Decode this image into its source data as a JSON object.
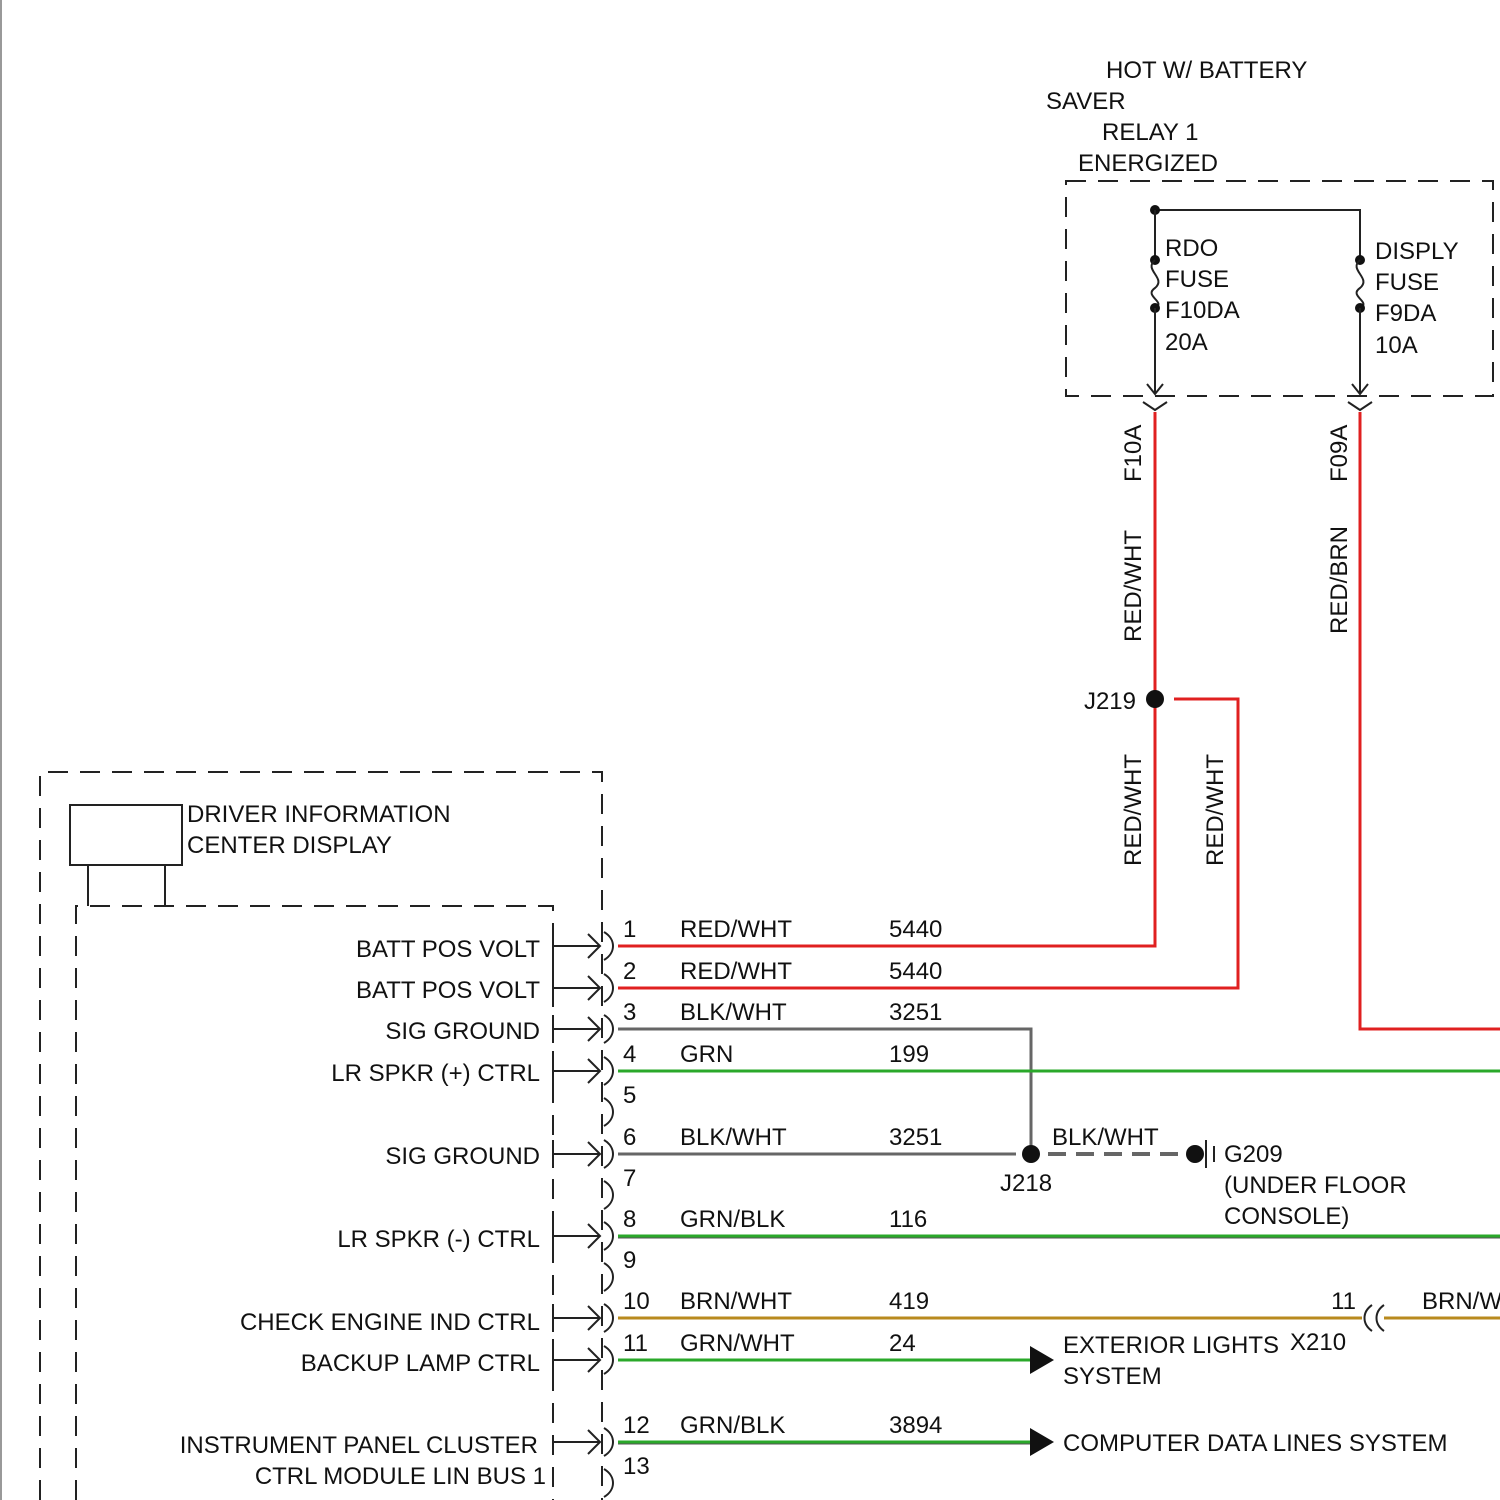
{
  "relay_block": {
    "title_lines": [
      "HOT W/ BATTERY",
      "SAVER",
      "RELAY 1",
      "ENERGIZED"
    ],
    "fuse_left": {
      "lines": [
        "RDO",
        "FUSE",
        "F10DA",
        "20A"
      ]
    },
    "fuse_right": {
      "lines": [
        "DISPLY",
        "FUSE",
        "F9DA",
        "10A"
      ]
    }
  },
  "vertical_labels": {
    "f10a": "F10A",
    "f09a": "F09A",
    "left_color_top": "RED/WHT",
    "right_color_top": "RED/BRN",
    "left_color_bottom": "RED/WHT",
    "branch_color": "RED/WHT"
  },
  "splices": {
    "j219": "J219",
    "j218": "J218"
  },
  "module": {
    "title_line1": "DRIVER INFORMATION",
    "title_line2": "CENTER DISPLAY"
  },
  "pins": [
    {
      "num": "1",
      "label": "BATT POS VOLT",
      "color": "RED/WHT",
      "circuit": "5440"
    },
    {
      "num": "2",
      "label": "BATT POS VOLT",
      "color": "RED/WHT",
      "circuit": "5440"
    },
    {
      "num": "3",
      "label": "SIG GROUND",
      "color": "BLK/WHT",
      "circuit": "3251"
    },
    {
      "num": "4",
      "label": "LR SPKR (+) CTRL",
      "color": "GRN",
      "circuit": "199"
    },
    {
      "num": "5",
      "label": "",
      "color": "",
      "circuit": ""
    },
    {
      "num": "6",
      "label": "SIG GROUND",
      "color": "BLK/WHT",
      "circuit": "3251"
    },
    {
      "num": "7",
      "label": "",
      "color": "",
      "circuit": ""
    },
    {
      "num": "8",
      "label": "LR SPKR (-) CTRL",
      "color": "GRN/BLK",
      "circuit": "116"
    },
    {
      "num": "9",
      "label": "",
      "color": "",
      "circuit": ""
    },
    {
      "num": "10",
      "label": "CHECK ENGINE IND CTRL",
      "color": "BRN/WHT",
      "circuit": "419"
    },
    {
      "num": "11",
      "label": "BACKUP LAMP CTRL",
      "color": "GRN/WHT",
      "circuit": "24"
    },
    {
      "num": "12",
      "label": "",
      "color": "GRN/BLK",
      "circuit": "3894"
    },
    {
      "num": "13",
      "label": "",
      "color": "",
      "circuit": ""
    }
  ],
  "ipc_label": {
    "line1": "INSTRUMENT PANEL CLUSTER",
    "line2": "CTRL MODULE LIN BUS 1"
  },
  "ground": {
    "wire_color": "BLK/WHT",
    "name": "G209",
    "location_line1": "(UNDER FLOOR",
    "location_line2": "CONSOLE)"
  },
  "connector_x210": {
    "name": "X210",
    "pin": "11",
    "color": "BRN/W"
  },
  "destinations": {
    "exterior_line1": "EXTERIOR LIGHTS",
    "exterior_line2": "SYSTEM",
    "computer": "COMPUTER DATA LINES SYSTEM"
  },
  "wire_colors": {
    "red": "#e02020",
    "green": "#2aa82a",
    "gray": "#666666",
    "brown": "#b88a1e",
    "ink": "#222222"
  }
}
